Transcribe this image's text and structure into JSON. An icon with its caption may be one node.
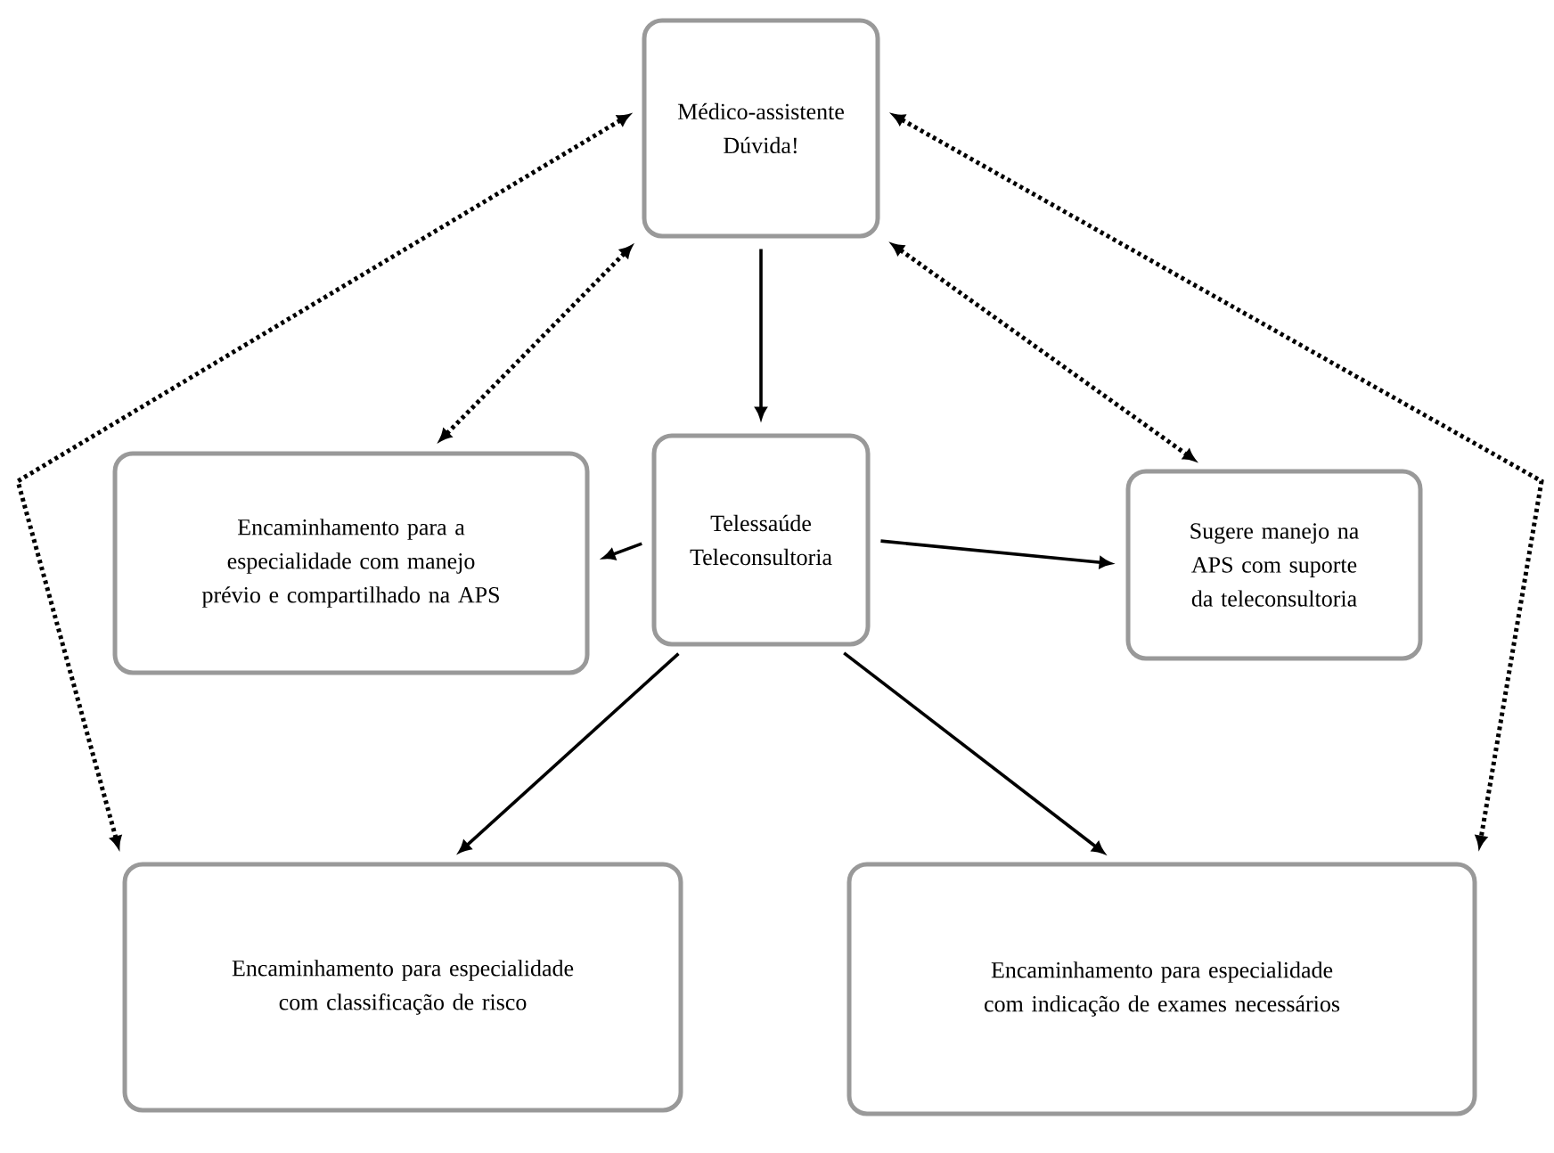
{
  "diagram": {
    "nodes": [
      {
        "text": [
          "Médico-assistente",
          "Dúvida!"
        ]
      },
      {
        "text": [
          "Telessaúde",
          "Teleconsultoria"
        ]
      },
      {
        "text": [
          "Encaminhamento para a especialidade com manejo prévio e compartilhado na APS"
        ]
      },
      {
        "text": [
          "Sugere manejo na APS com suporte da teleconsultoria"
        ]
      },
      {
        "text": [
          "Encaminhamento para especialidade com classificação de risco"
        ]
      },
      {
        "text": [
          "Encaminhamento para especialidade com indicação de exames necessários"
        ]
      }
    ],
    "edges": [
      {
        "from": 0,
        "to": 1,
        "arrow": "to"
      },
      {
        "from": 1,
        "to": 2,
        "arrow": "to"
      },
      {
        "from": 1,
        "to": 3,
        "arrow": "to"
      },
      {
        "from": 1,
        "to": 4,
        "arrow": "to"
      },
      {
        "from": 1,
        "to": 5,
        "arrow": "to"
      },
      {
        "from": 0,
        "to": 2,
        "arrow": "both",
        "style": "dashed"
      },
      {
        "from": 0,
        "to": 3,
        "arrow": "both",
        "style": "dashed"
      },
      {
        "from": 0,
        "to": 4,
        "arrow": "both",
        "style": "dashed"
      },
      {
        "from": 0,
        "to": 5,
        "arrow": "both",
        "style": "dashed"
      }
    ]
  }
}
